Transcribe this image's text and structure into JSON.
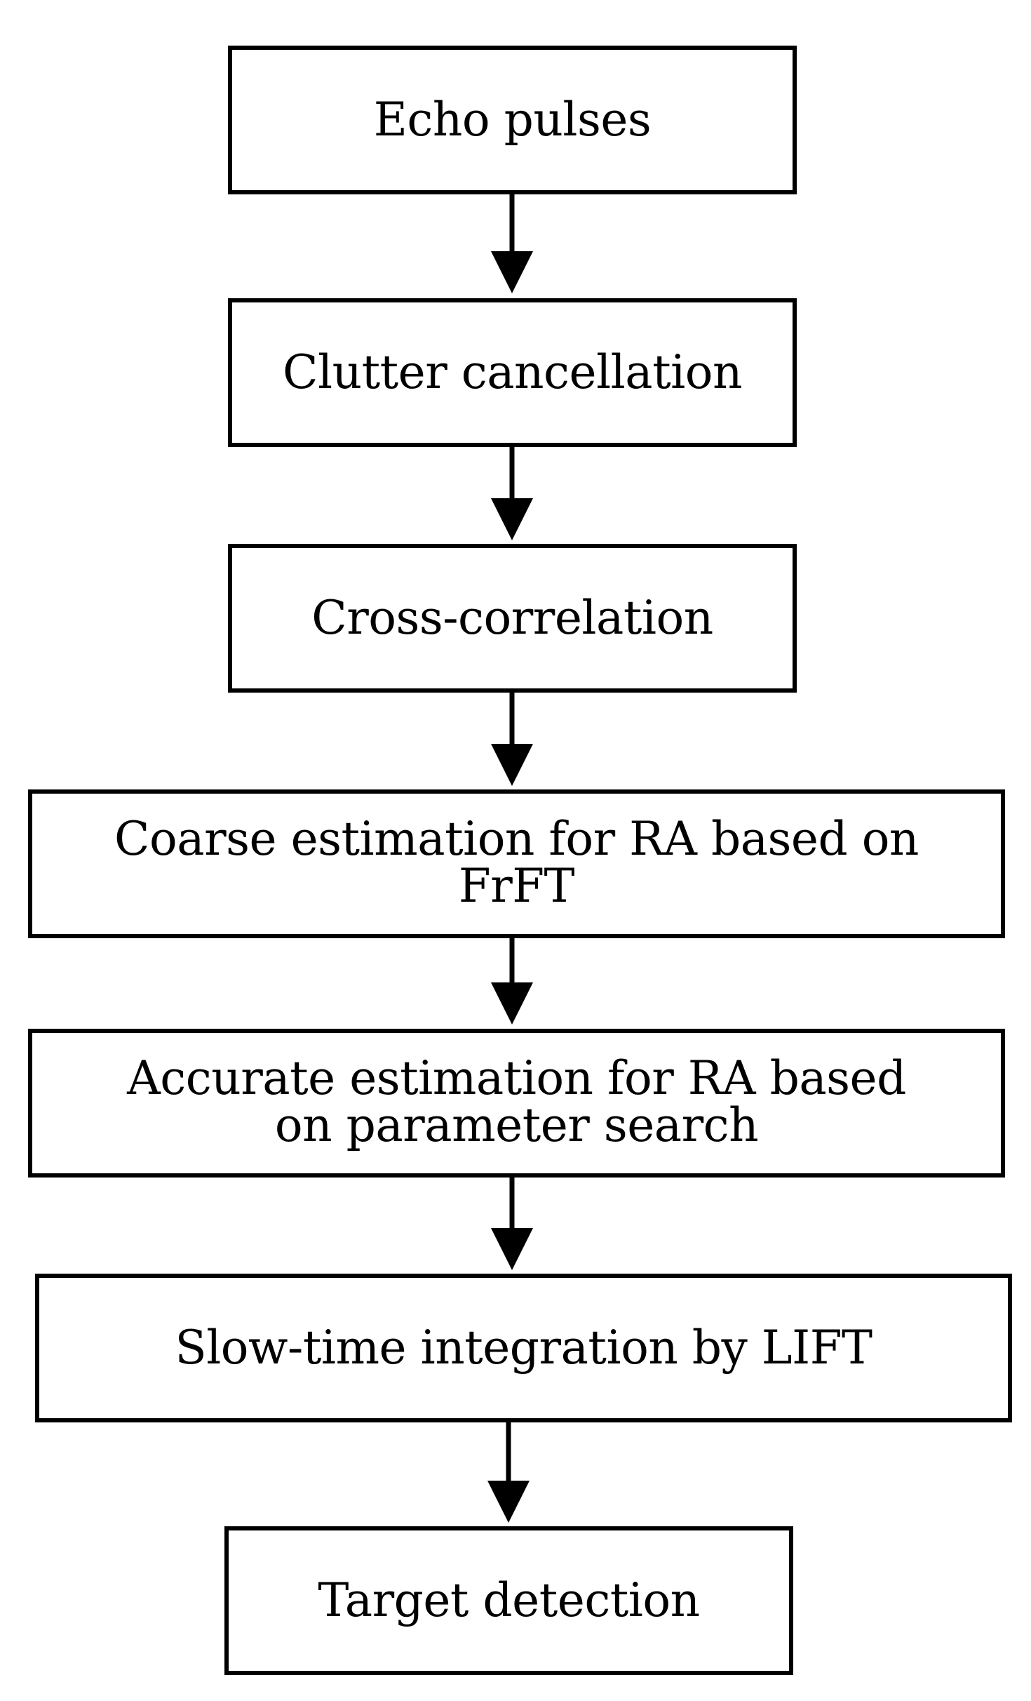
{
  "flowchart": {
    "steps": [
      {
        "id": "echo",
        "label": "Echo pulses"
      },
      {
        "id": "clutter",
        "label": "Clutter cancellation"
      },
      {
        "id": "xcorr",
        "label": "Cross-correlation"
      },
      {
        "id": "coarse",
        "label": "Coarse estimation for RA based on\nFrFT"
      },
      {
        "id": "accurate",
        "label": "Accurate estimation for RA based\non parameter search"
      },
      {
        "id": "slowtime",
        "label": "Slow-time integration by LIFT"
      },
      {
        "id": "target",
        "label": "Target detection"
      }
    ],
    "colors": {
      "stroke": "#000000",
      "fill": "#ffffff",
      "text": "#000000"
    }
  }
}
